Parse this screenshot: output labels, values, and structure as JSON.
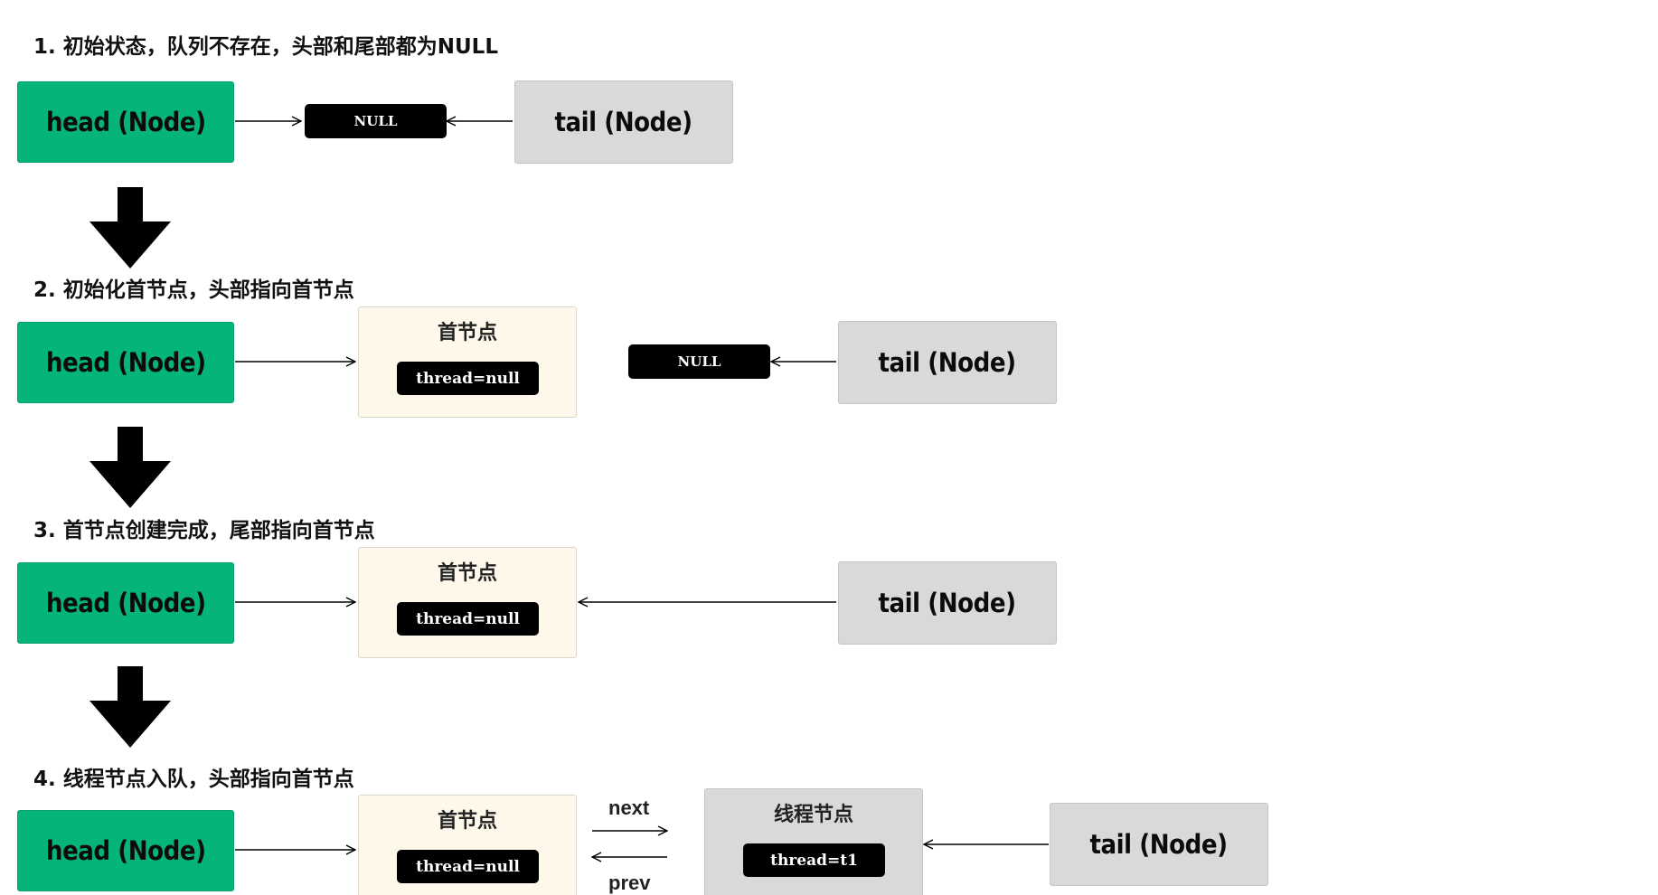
{
  "steps": [
    {
      "title": "1. 初始状态，队列不存在，头部和尾部都为NULL",
      "head": "head (Node)",
      "null": "NULL",
      "tail": "tail (Node)"
    },
    {
      "title": "2. 初始化首节点，头部指向首节点",
      "head": "head (Node)",
      "first_node": {
        "title": "首节点",
        "thread": "thread=null"
      },
      "null": "NULL",
      "tail": "tail (Node)"
    },
    {
      "title": "3. 首节点创建完成，尾部指向首节点",
      "head": "head (Node)",
      "first_node": {
        "title": "首节点",
        "thread": "thread=null"
      },
      "tail": "tail (Node)"
    },
    {
      "title": "4. 线程节点入队，头部指向首节点",
      "head": "head (Node)",
      "first_node": {
        "title": "首节点",
        "thread": "thread=null"
      },
      "next_label": "next",
      "prev_label": "prev",
      "thread_node": {
        "title": "线程节点",
        "thread": "thread=t1"
      },
      "tail": "tail (Node)"
    }
  ],
  "colors": {
    "head": "#05b47a",
    "tail": "#d9d9d9",
    "first_node": "#fdf8ea",
    "pill": "#000000"
  }
}
